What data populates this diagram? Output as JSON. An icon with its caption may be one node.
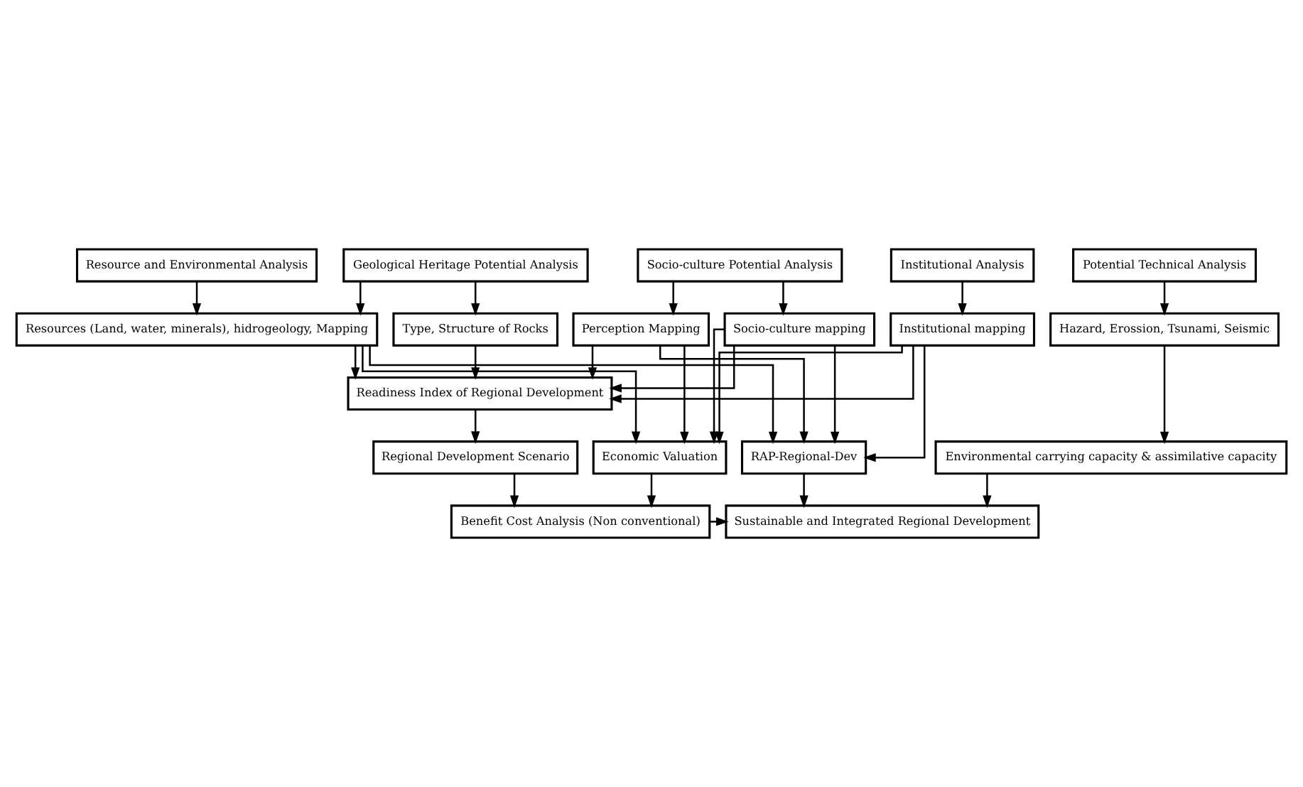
{
  "diagram": {
    "nodes": [
      {
        "text": [
          "Geological Heritage Potential Analysis"
        ]
      },
      {
        "text": [
          "Potential Technical Analysis"
        ]
      },
      {
        "text": [
          "Resource and Environmental Analysis"
        ]
      },
      {
        "text": [
          "Socio-culture Potential Analysis"
        ]
      },
      {
        "text": [
          "Institutional Analysis"
        ]
      },
      {
        "text": [
          "Type, Structure of Rocks"
        ]
      },
      {
        "text": [
          "Hazard, Erossion, Tsunami, Seismic"
        ]
      },
      {
        "text": [
          "Resources (Land, water, minerals), hidrogeology, Mapping"
        ]
      },
      {
        "text": [
          "Socio-culture mapping"
        ]
      },
      {
        "text": [
          "Perception Mapping"
        ]
      },
      {
        "text": [
          "Institutional mapping"
        ]
      },
      {
        "text": [
          "Readiness Index of Regional Development"
        ]
      },
      {
        "text": [
          "Regional Development Scenario"
        ]
      },
      {
        "text": [
          "Environmental carrying capacity & assimilative capacity"
        ]
      },
      {
        "text": [
          "Economic Valuation"
        ]
      },
      {
        "text": [
          "RAP-Regional-Dev"
        ]
      },
      {
        "text": [
          "Benefit Cost Analysis (Non conventional)"
        ]
      },
      {
        "text": [
          "Sustainable and Integrated Regional Development"
        ]
      }
    ],
    "edges": [
      {
        "from": 0,
        "to": 5,
        "arrow": "to"
      },
      {
        "from": 0,
        "to": 7,
        "arrow": "to"
      },
      {
        "from": 1,
        "to": 6,
        "arrow": "to"
      },
      {
        "from": 2,
        "to": 7,
        "arrow": "to"
      },
      {
        "from": 3,
        "to": 8,
        "arrow": "to"
      },
      {
        "from": 3,
        "to": 9,
        "arrow": "to"
      },
      {
        "from": 4,
        "to": 10,
        "arrow": "to"
      },
      {
        "from": 5,
        "to": 11,
        "arrow": "to"
      },
      {
        "from": 6,
        "to": 13,
        "arrow": "to"
      },
      {
        "from": 7,
        "to": 11,
        "arrow": "to"
      },
      {
        "from": 8,
        "to": 11,
        "arrow": "to"
      },
      {
        "from": 9,
        "to": 11,
        "arrow": "to"
      },
      {
        "from": 10,
        "to": 11,
        "arrow": "to"
      },
      {
        "from": 7,
        "to": 14,
        "arrow": "to"
      },
      {
        "from": 8,
        "to": 14,
        "arrow": "to"
      },
      {
        "from": 9,
        "to": 14,
        "arrow": "to"
      },
      {
        "from": 10,
        "to": 14,
        "arrow": "to"
      },
      {
        "from": 7,
        "to": 15,
        "arrow": "to"
      },
      {
        "from": 8,
        "to": 15,
        "arrow": "to"
      },
      {
        "from": 9,
        "to": 15,
        "arrow": "to"
      },
      {
        "from": 10,
        "to": 15,
        "arrow": "to"
      },
      {
        "from": 11,
        "to": 12,
        "arrow": "to"
      },
      {
        "from": 12,
        "to": 16,
        "arrow": "to"
      },
      {
        "from": 14,
        "to": 16,
        "arrow": "to"
      },
      {
        "from": 13,
        "to": 17,
        "arrow": "to"
      },
      {
        "from": 16,
        "to": 17,
        "arrow": "to"
      },
      {
        "from": 15,
        "to": 17,
        "arrow": "to"
      }
    ]
  }
}
